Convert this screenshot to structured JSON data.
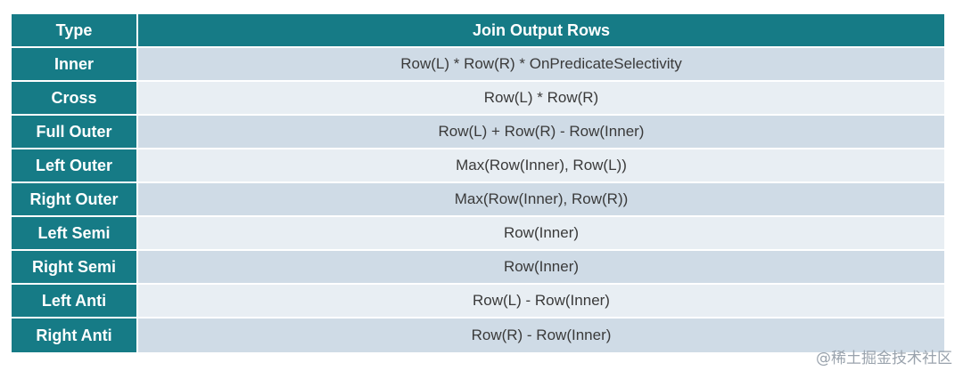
{
  "table": {
    "headers": [
      "Type",
      "Join Output Rows"
    ],
    "rows": [
      {
        "type": "Inner",
        "output": "Row(L) * Row(R) * OnPredicateSelectivity"
      },
      {
        "type": "Cross",
        "output": "Row(L) * Row(R)"
      },
      {
        "type": "Full Outer",
        "output": "Row(L) + Row(R) - Row(Inner)"
      },
      {
        "type": "Left Outer",
        "output": "Max(Row(Inner), Row(L))"
      },
      {
        "type": "Right Outer",
        "output": "Max(Row(Inner), Row(R))"
      },
      {
        "type": "Left Semi",
        "output": "Row(Inner)"
      },
      {
        "type": "Right Semi",
        "output": "Row(Inner)"
      },
      {
        "type": "Left Anti",
        "output": "Row(L) - Row(Inner)"
      },
      {
        "type": "Right Anti",
        "output": "Row(R) - Row(Inner)"
      }
    ]
  },
  "watermark": "@稀土掘金技术社区",
  "colors": {
    "header_bg": "#167b86",
    "row_odd": "#cfdbe6",
    "row_even": "#e8eef3"
  }
}
